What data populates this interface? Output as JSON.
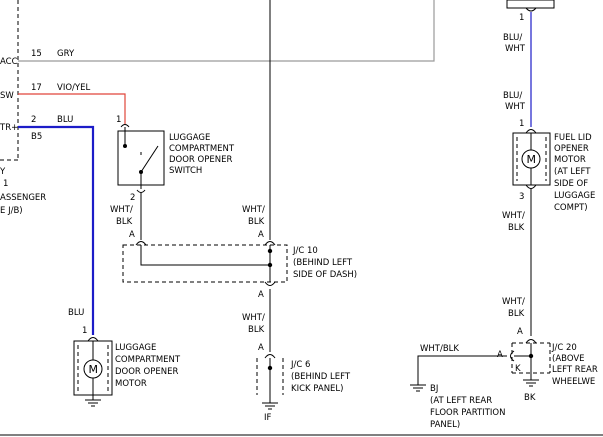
{
  "colors": {
    "gray_wire": "#9a9a9a",
    "red_wire": "#e0453a",
    "blue_wire": "#1c1cc8",
    "black": "#000000"
  },
  "left_connector": {
    "pin_acc": "ACC",
    "pin_sw": "SW",
    "pin_tr": "TR+",
    "pin_15": "15",
    "pin_17": "17",
    "pin_2": "2",
    "code_b5": "B5",
    "frag_1": "1",
    "frag_passenger": "ASSENGER",
    "frag_jb": "E J/B)",
    "frag_y": "Y"
  },
  "wires": {
    "gry": "GRY",
    "vio_yel": "VIO/YEL",
    "blu_top": "BLU",
    "blu_low": "BLU",
    "wht_blk_a1": "WHT/",
    "wht_blk_a2": "BLK",
    "wht_blk_b1": "WHT/",
    "wht_blk_b2": "BLK",
    "wht_blk_c1": "WHT/",
    "wht_blk_c2": "BLK",
    "blu_wht_1a": "BLU/",
    "blu_wht_1b": "WHT",
    "blu_wht_2a": "BLU/",
    "blu_wht_2b": "WHT",
    "wht_blk_r1a": "WHT/",
    "wht_blk_r1b": "BLK",
    "wht_blk_r2a": "WHT/",
    "wht_blk_r2b": "BLK",
    "wht_blk_h": "WHT/BLK"
  },
  "switch": {
    "pin_top": "1",
    "pin_bottom": "2",
    "label": [
      "LUGGAGE",
      "COMPARTMENT",
      "DOOR OPENER",
      "SWITCH"
    ]
  },
  "motor_left": {
    "pin": "1",
    "symbol": "M",
    "label": [
      "LUGGAGE",
      "COMPARTMENT",
      "DOOR OPENER",
      "MOTOR"
    ]
  },
  "motor_right": {
    "pin_top": "1",
    "pin_bottom": "3",
    "symbol": "M",
    "label": [
      "FUEL LID",
      "OPENER",
      "MOTOR",
      "(AT LEFT",
      "SIDE OF",
      "LUGGAGE",
      "COMPT)"
    ]
  },
  "jc10": {
    "pin_top": "A",
    "pin_a": "A",
    "pin_bottom": "A",
    "label": [
      "J/C 10",
      "(BEHIND LEFT",
      "SIDE OF DASH)"
    ]
  },
  "jc6": {
    "pin": "A",
    "label": [
      "J/C 6",
      "(BEHIND LEFT",
      "KICK PANEL)"
    ],
    "ground": "IF"
  },
  "jc20": {
    "pin_a_left": "A",
    "pin_a_top": "A",
    "pin_k": "K",
    "label": [
      "J/C 20",
      "(ABOVE",
      "LEFT REAR",
      "WHEELWE"
    ],
    "ground": "BK"
  },
  "ground_bj": {
    "label": [
      "BJ",
      "(AT LEFT REAR",
      "FLOOR PARTITION",
      "PANEL)"
    ]
  },
  "top_right_pin": "1"
}
